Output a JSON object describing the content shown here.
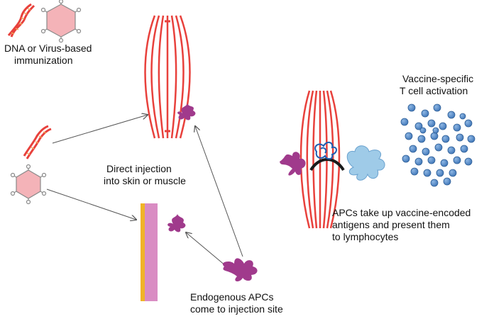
{
  "labels": {
    "immunization": [
      "DNA or Virus-based",
      "immunization"
    ],
    "direct_injection": [
      "Direct injection",
      "into skin or muscle"
    ],
    "endogenous": [
      "Endogenous APCs",
      "come to injection site"
    ],
    "vaccine_specific": [
      "Vaccine-specific",
      "T cell activation"
    ],
    "apcs_take_up": [
      "APCs take up vaccine-encoded",
      "antigens and present them",
      "to lymphocytes"
    ]
  },
  "colors": {
    "muscle": "#e8413c",
    "dna_strand": "#e8413c",
    "dna_rungs": "#f2a65a",
    "virus_fill": "#f4b3b8",
    "virus_outline": "#8a8a8a",
    "apc_magenta": "#a03a8c",
    "apc_light_blue": "#9fcbe8",
    "t_cell": "#4f86c6",
    "skin_pink": "#d98cc3",
    "skin_yellow": "#f0b428",
    "arrow": "#555555"
  }
}
